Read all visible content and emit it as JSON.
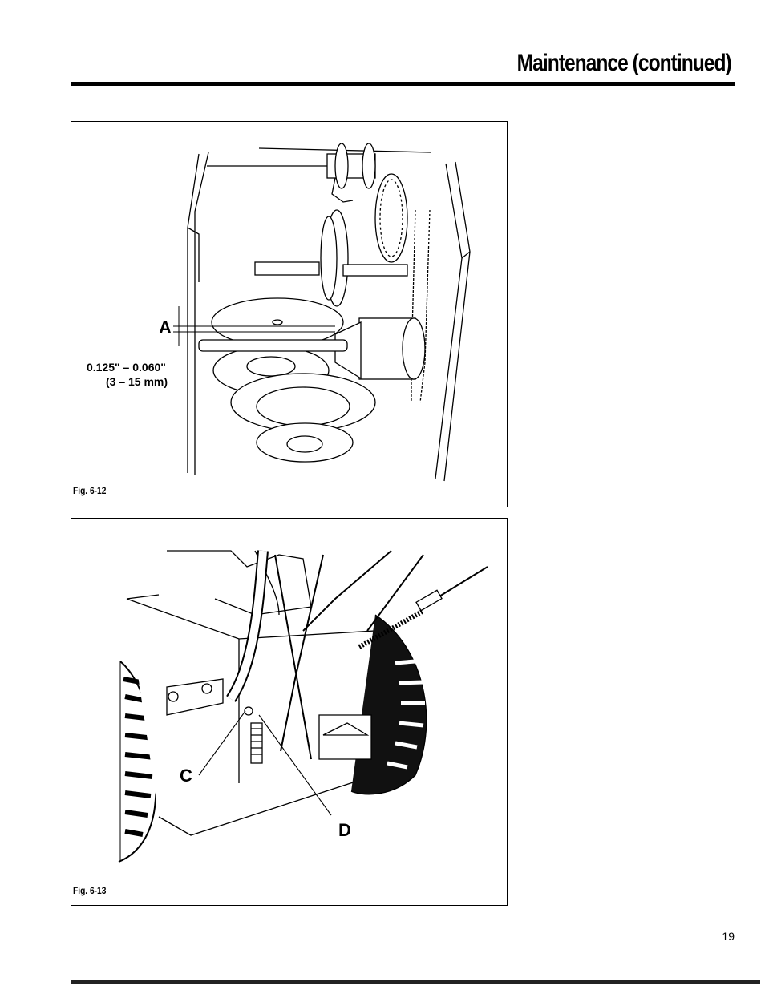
{
  "header": {
    "title": "Maintenance (continued)"
  },
  "figures": [
    {
      "caption": "Fig. 6-12",
      "callout_letter": "A",
      "dimension_line1": "0.125\" – 0.060\"",
      "dimension_line2": "(3 – 15 mm)"
    },
    {
      "caption": "Fig. 6-13",
      "callout_c": "C",
      "callout_d": "D"
    }
  ],
  "footer": {
    "page_number": "19"
  }
}
